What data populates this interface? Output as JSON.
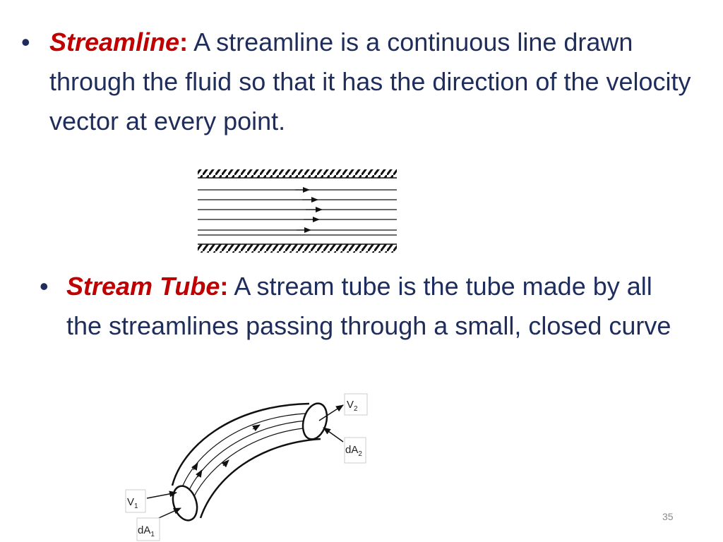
{
  "bullets": [
    {
      "term": "Streamline",
      "colon": ":",
      "text": " A streamline is a continuous line drawn through the fluid so that it has the direction of the velocity vector at every point."
    },
    {
      "term": "Stream Tube",
      "colon": ":",
      "text": " A stream tube is the tube made by all the streamlines passing through a small, closed curve"
    }
  ],
  "bullet_glyph": "•",
  "tube_labels": {
    "v2": "V",
    "v2_sub": "2",
    "da2": "dA",
    "da2_sub": "2",
    "v1": "V",
    "v1_sub": "1",
    "da1": "dA",
    "da1_sub": "1"
  },
  "page_number": "35",
  "colors": {
    "text": "#1f2d5c",
    "term": "#c00000"
  }
}
